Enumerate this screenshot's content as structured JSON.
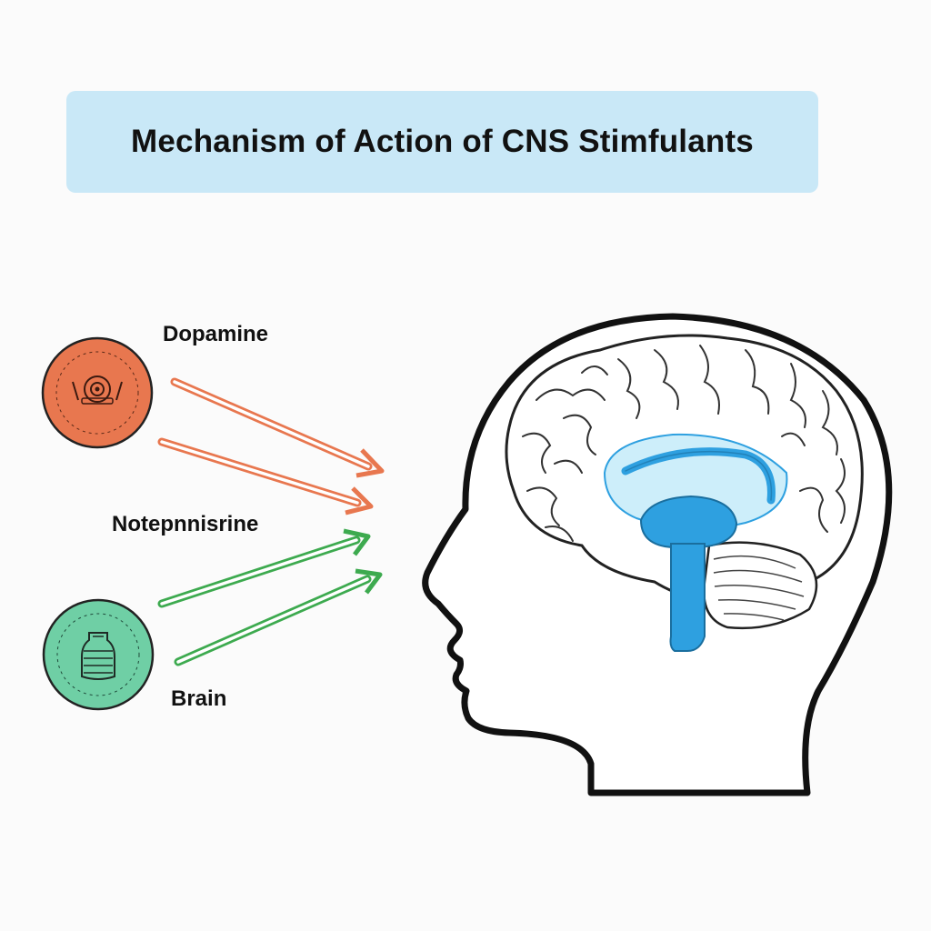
{
  "title": "Mechanism of Action of CNS Stimfulants",
  "labels": {
    "dopamine": "Dopamine",
    "norepinephrine": "Notepnnisrine",
    "brain": "Brain"
  },
  "colors": {
    "title_background": "#c9e8f7",
    "dopamine_accent": "#e8774f",
    "norepinephrine_accent": "#3daa4f",
    "green_pill": "#6fcfa5",
    "brain_structures": "#2ea0e0",
    "brain_highlight": "#cdeefa",
    "outline": "#111111"
  },
  "icons": {
    "orange_pill": "dopamine-pill-icon",
    "green_pill": "brain-pill-icon",
    "head": "head-profile-icon",
    "brain": "brain-icon"
  }
}
